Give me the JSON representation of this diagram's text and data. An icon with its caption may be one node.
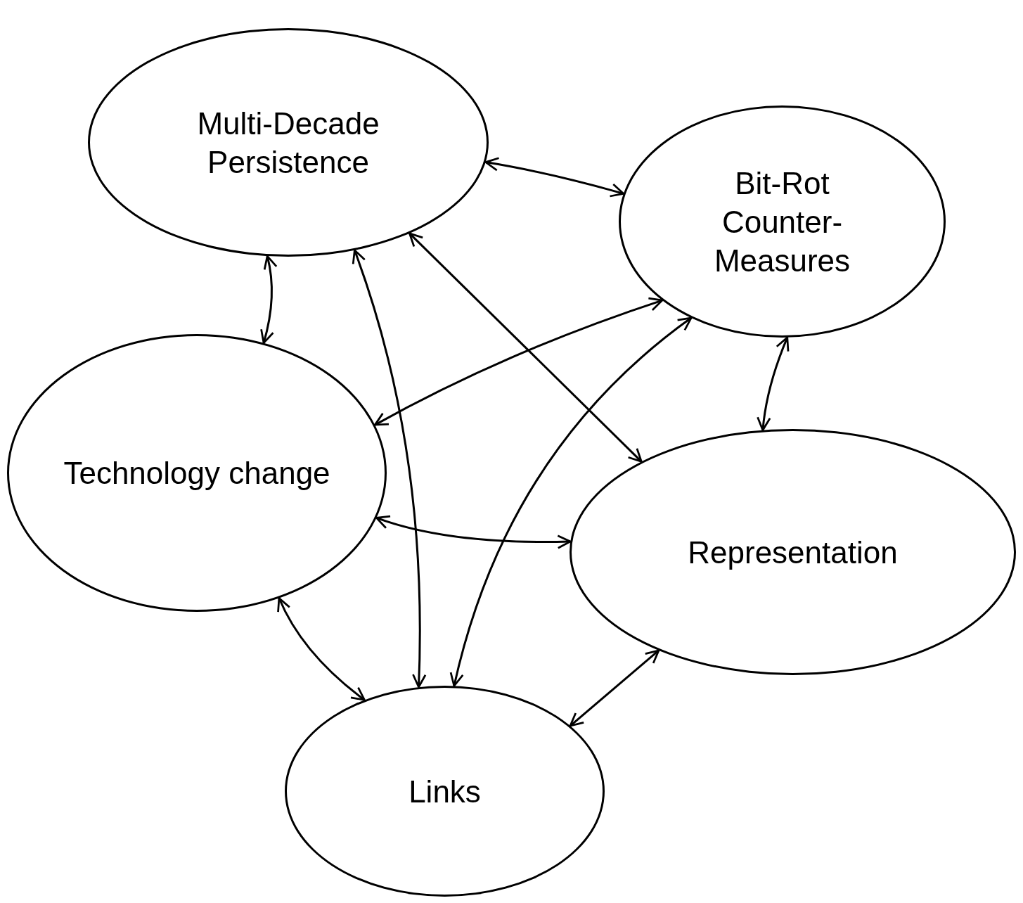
{
  "diagram": {
    "nodes": [
      {
        "text": [
          "Multi-Decade Persistence"
        ]
      },
      {
        "text": [
          "Bit-Rot Counter-Measures"
        ]
      },
      {
        "text": [
          "Technology change"
        ]
      },
      {
        "text": [
          "Representation"
        ]
      },
      {
        "text": [
          "Links"
        ]
      }
    ],
    "edges": [
      {
        "from": 0,
        "to": 1,
        "arrow": "both"
      },
      {
        "from": 0,
        "to": 2,
        "arrow": "both"
      },
      {
        "from": 0,
        "to": 4,
        "arrow": "both"
      },
      {
        "from": 0,
        "to": 3,
        "arrow": "both"
      },
      {
        "from": 1,
        "to": 2,
        "arrow": "both"
      },
      {
        "from": 1,
        "to": 4,
        "arrow": "both"
      },
      {
        "from": 1,
        "to": 3,
        "arrow": "both"
      },
      {
        "from": 2,
        "to": 3,
        "arrow": "both"
      },
      {
        "from": 2,
        "to": 4,
        "arrow": "both"
      },
      {
        "from": 3,
        "to": 4,
        "arrow": "both"
      }
    ]
  }
}
